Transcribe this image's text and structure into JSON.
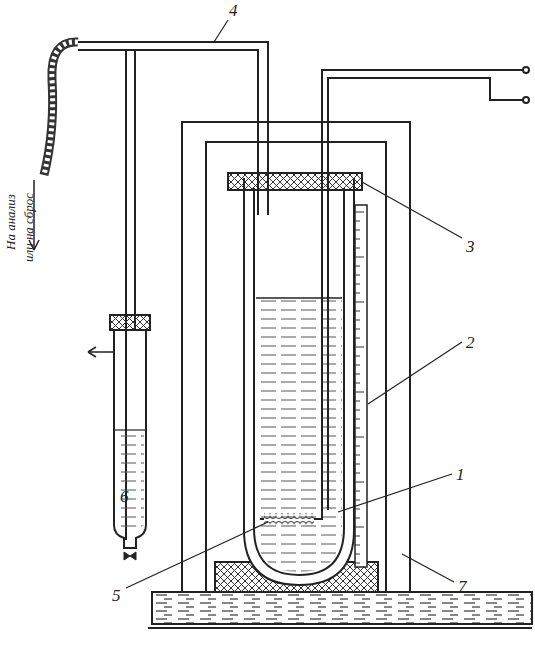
{
  "diagram": {
    "labels": [
      "4",
      "3",
      "2",
      "1",
      "7",
      "6",
      "5",
      "На анализ",
      "или на сброс"
    ]
  }
}
